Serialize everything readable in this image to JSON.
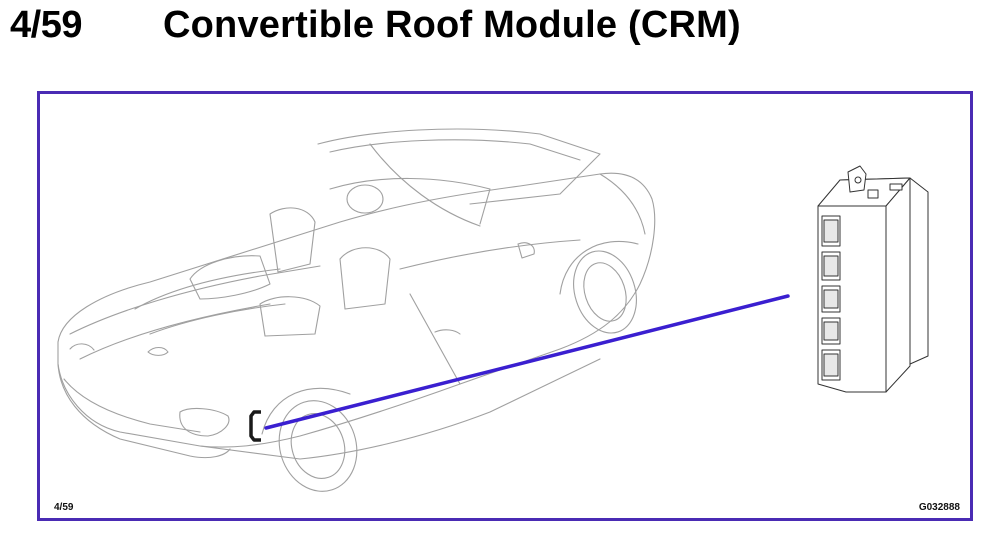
{
  "header": {
    "page_number": "4/59",
    "title": "Convertible Roof Module (CRM)"
  },
  "figure": {
    "ref_left": "4/59",
    "ref_right": "G032888"
  },
  "colors": {
    "frame": "#4a2bb4",
    "pointer_line": "#3a1fd0",
    "drawing_line": "#9a9a9a"
  }
}
